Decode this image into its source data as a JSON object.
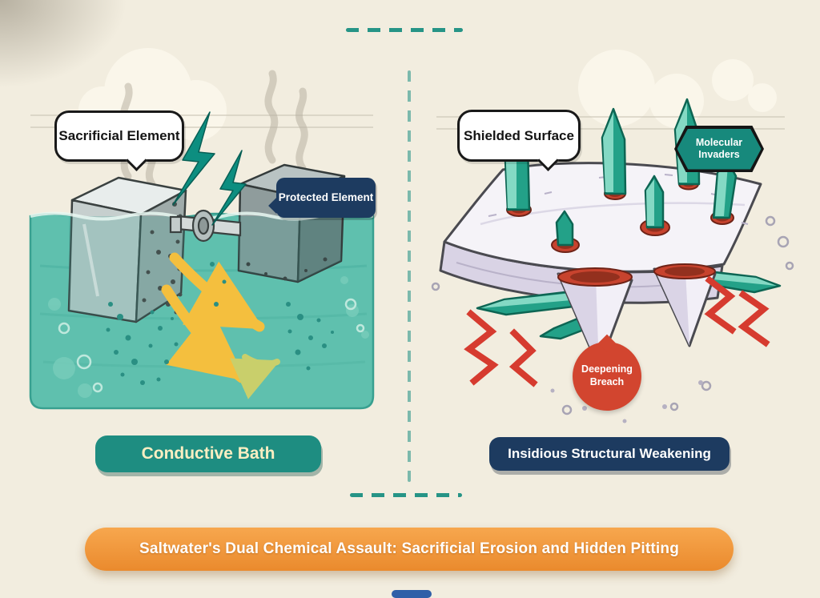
{
  "banner": {
    "text": "Saltwater's Dual Chemical Assault: Sacrificial Erosion and Hidden Pitting"
  },
  "left": {
    "callout": "Sacrificial Element",
    "protected_callout": "Protected Element",
    "caption": "Conductive Bath"
  },
  "right": {
    "callout": "Shielded Surface",
    "invaders_badge": "Molecular Invaders",
    "breach_badge": "Deepening Breach",
    "caption": "Insidious Structural Weakening"
  },
  "colors": {
    "background": "#f2eddf",
    "teal_accent": "#1e8d81",
    "water_teal": "#5fc0ae",
    "navy": "#1d3b60",
    "banner_orange": "#ef9439",
    "alert_red": "#d2452f",
    "current_yellow": "#f4bf3e",
    "crystal_teal": "#23a188"
  }
}
